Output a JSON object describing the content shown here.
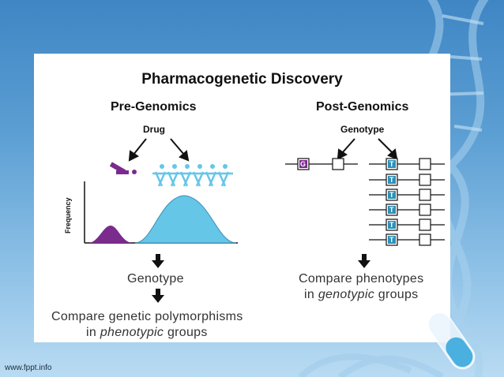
{
  "slide": {
    "title": "Pharmacogenetic Discovery",
    "pre_genomics": {
      "heading": "Pre-Genomics",
      "input_label": "Drug",
      "axis_label": "Frequency",
      "step1": "Genotype",
      "step2_line1": "Compare genetic polymorphisms",
      "step2_line2_pre": "in ",
      "step2_line2_italic": "phenotypic",
      "step2_line2_post": " groups"
    },
    "post_genomics": {
      "heading": "Post-Genomics",
      "input_label": "Genotype",
      "allele_g": "G",
      "allele_t": "T",
      "step1_line1": "Compare phenotypes",
      "step1_line2_pre": "in ",
      "step1_line2_italic": "genotypic",
      "step1_line2_post": " groups"
    }
  },
  "footer": "www.fppt.info",
  "colors": {
    "purple": "#7b2a8e",
    "cyan": "#65c6e8",
    "bg_blue": "#5b9ed3"
  }
}
